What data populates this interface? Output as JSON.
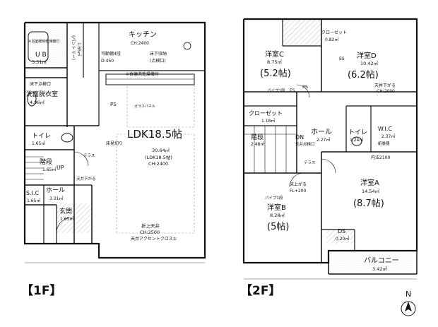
{
  "floor_1": {
    "label": "【1F】",
    "rooms": {
      "kitchen": {
        "name": "キッチン",
        "ceiling": "CH:2400"
      },
      "ub": {
        "name": "U B",
        "area": "3.31㎡"
      },
      "bath_dryer_note": "※浴室暖房乾燥機付",
      "pantry": {
        "name": "(パントリー)",
        "area": "1.65㎡"
      },
      "washroom": {
        "name": "洗面脱衣室",
        "area": "4.96㎡"
      },
      "toilet": {
        "name": "トイレ",
        "area": "1.65㎡"
      },
      "stairs": {
        "name": "階段",
        "area": "1.65㎡"
      },
      "hall": {
        "name": "ホール",
        "area": "3.31㎡"
      },
      "sic": {
        "name": "S.I.C",
        "area": "1.65㎡"
      },
      "entrance": {
        "name": "玄関",
        "area": "1.65㎡"
      },
      "ldk": {
        "name": "LDK18.5帖",
        "area": "30.64㎡",
        "detail": "(LDK18.5帖)",
        "ceiling": "CH:2400"
      }
    },
    "notes": {
      "shelf": "可動棚4段",
      "shelf_depth": "D:450",
      "floor_storage": "床下収納",
      "inspection": "(点検口)",
      "dishwasher": "※食器洗乾燥機付",
      "floor_inspection": "床下点検口",
      "ps": "PS",
      "raised_ceiling": "折上天井",
      "raised_ceiling_ch": "CH:2500",
      "ceiling_accent": "天井アクセントクロス①",
      "ceiling_lower": "天井下がる",
      "floor_switch": "床見切り",
      "glass_wall": "ガラスパネル",
      "up": "UP",
      "terrace": "テラス"
    }
  },
  "floor_2": {
    "label": "【2F】",
    "rooms": {
      "closet_top": {
        "name": "クローゼット",
        "area": "0.82㎡"
      },
      "western_c": {
        "name": "洋室C",
        "area": "8.75㎡",
        "tatami": "(5.2帖)"
      },
      "western_d": {
        "name": "洋室D",
        "area": "10.42㎡",
        "tatami": "(6.2帖)"
      },
      "closet_mid": {
        "name": "クローゼット",
        "area": "1.18㎡"
      },
      "hall": {
        "name": "ホール",
        "area": "2.27㎡"
      },
      "toilet": {
        "name": "トイレ",
        "area": "1.24㎡"
      },
      "wic": {
        "name": "W.I.C",
        "area": "2.37㎡"
      },
      "stairs": {
        "name": "階段",
        "area": "2.48㎡"
      },
      "western_a": {
        "name": "洋室A",
        "area": "14.54㎡",
        "tatami": "(8.7帖)"
      },
      "western_b": {
        "name": "洋室B",
        "area": "8.28㎡",
        "tatami": "(5帖)"
      },
      "ds": {
        "name": "DS",
        "area": "0.20㎡"
      },
      "balcony": {
        "name": "バルコニー",
        "area": "3.42㎡"
      }
    },
    "notes": {
      "es": "ES",
      "ps": "PS",
      "dn": "DN",
      "ceiling_lower": "天井下がる",
      "ch": "CH:2000",
      "paper_holder": "紙巻器",
      "pipe_hanger": "パイプ1段",
      "inspection": "天井点検口",
      "floor_up": "床上がる",
      "fl": "FL+200",
      "inner_dim": "内法2100",
      "terrace": "テラス"
    }
  },
  "compass": {
    "label": "N"
  }
}
